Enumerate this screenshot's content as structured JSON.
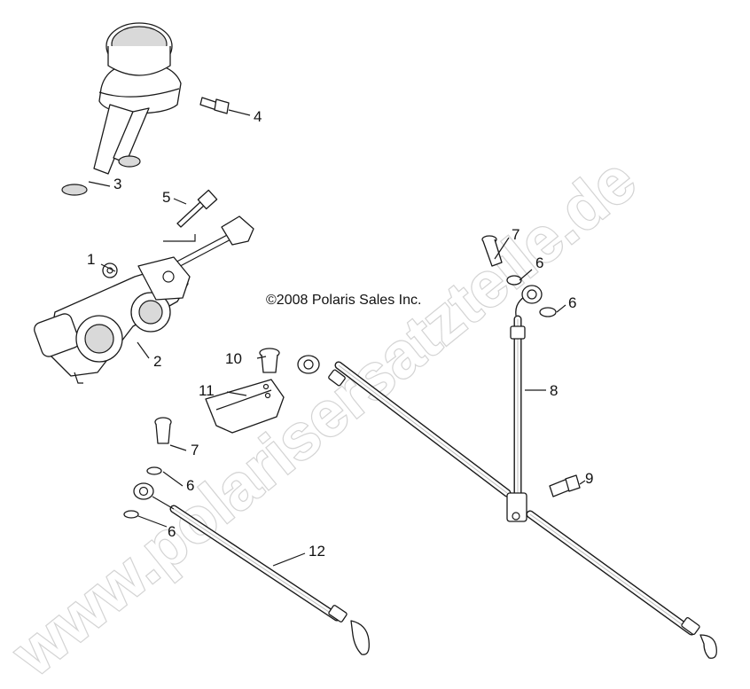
{
  "diagram": {
    "copyright": "©2008 Polaris Sales Inc.",
    "watermark": "www.polarisersatzteile.de",
    "callouts": [
      {
        "id": "c1",
        "label": "1"
      },
      {
        "id": "c2",
        "label": "2"
      },
      {
        "id": "c3",
        "label": "3"
      },
      {
        "id": "c4",
        "label": "4"
      },
      {
        "id": "c5",
        "label": "5"
      },
      {
        "id": "c6a",
        "label": "6"
      },
      {
        "id": "c6b",
        "label": "6"
      },
      {
        "id": "c6c",
        "label": "6"
      },
      {
        "id": "c6d",
        "label": "6"
      },
      {
        "id": "c7a",
        "label": "7"
      },
      {
        "id": "c7b",
        "label": "7"
      },
      {
        "id": "c8",
        "label": "8"
      },
      {
        "id": "c9",
        "label": "9"
      },
      {
        "id": "c10",
        "label": "10"
      },
      {
        "id": "c11",
        "label": "11"
      },
      {
        "id": "c12",
        "label": "12"
      }
    ]
  }
}
